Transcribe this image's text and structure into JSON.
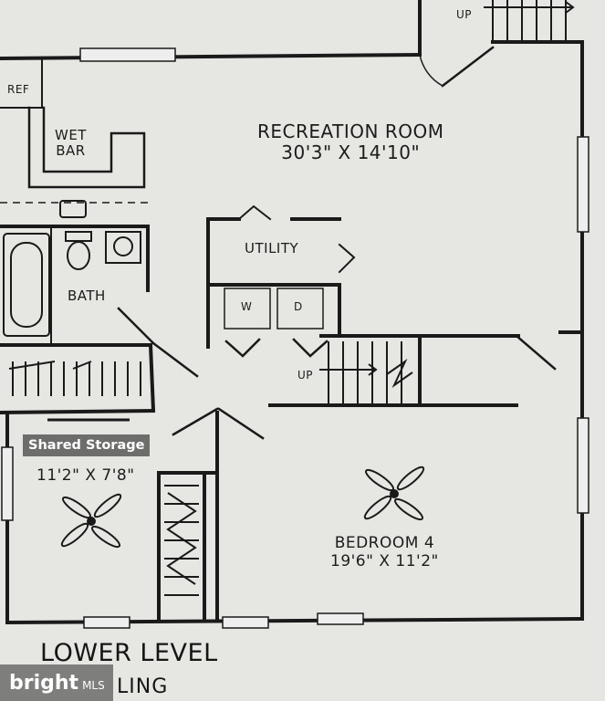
{
  "rooms": {
    "recreation": {
      "name": "RECREATION ROOM",
      "dims": "30'3\" X 14'10\""
    },
    "wet_bar": {
      "line1": "WET",
      "line2": "BAR"
    },
    "ref": "REF",
    "utility": "UTILITY",
    "washer": "W",
    "dryer": "D",
    "bath": "BATH",
    "storage": {
      "name": "Shared Storage",
      "dims": "11'2\" X 7'8\""
    },
    "bedroom": {
      "name": "BEDROOM 4",
      "dims": "19'6\" X 11'2\""
    }
  },
  "stairs": {
    "top_label": "UP",
    "mid_label": "UP"
  },
  "title": {
    "line1": "LOWER LEVEL",
    "line2": "LING"
  },
  "watermark": {
    "brand": "bright",
    "suffix": "MLS"
  }
}
